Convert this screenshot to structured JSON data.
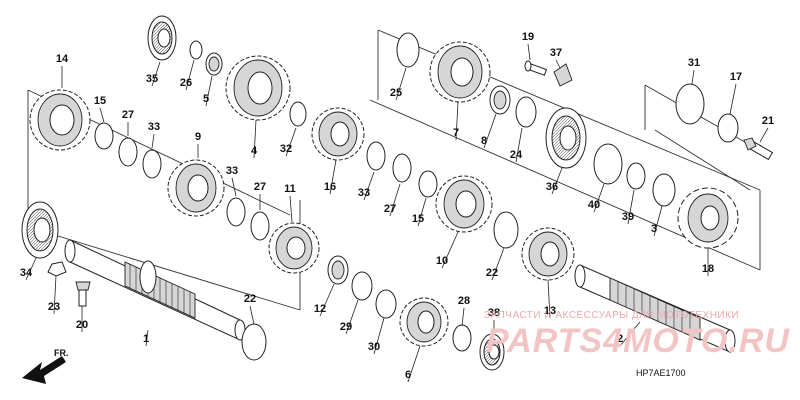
{
  "diagram": {
    "code": "HP7AE1700",
    "front_label": "FR.",
    "watermark": {
      "line1": "ЗАПЧАСТИ И АКСЕССУАРЫ ДЛЯ МОТОТЕХНИКИ",
      "line2": "PARTS4MOTO.RU"
    },
    "callouts": [
      {
        "id": "c14",
        "label": "14"
      },
      {
        "id": "c15a",
        "label": "15"
      },
      {
        "id": "c27a",
        "label": "27"
      },
      {
        "id": "c33a",
        "label": "33"
      },
      {
        "id": "c9",
        "label": "9"
      },
      {
        "id": "c35",
        "label": "35"
      },
      {
        "id": "c26",
        "label": "26"
      },
      {
        "id": "c5",
        "label": "5"
      },
      {
        "id": "c4",
        "label": "4"
      },
      {
        "id": "c32",
        "label": "32"
      },
      {
        "id": "c16",
        "label": "16"
      },
      {
        "id": "c33b",
        "label": "33"
      },
      {
        "id": "c27b",
        "label": "27"
      },
      {
        "id": "c11",
        "label": "11"
      },
      {
        "id": "c33c",
        "label": "33"
      },
      {
        "id": "c27c",
        "label": "27"
      },
      {
        "id": "c15b",
        "label": "15"
      },
      {
        "id": "c25",
        "label": "25"
      },
      {
        "id": "c7",
        "label": "7"
      },
      {
        "id": "c8",
        "label": "8"
      },
      {
        "id": "c19",
        "label": "19"
      },
      {
        "id": "c37",
        "label": "37"
      },
      {
        "id": "c24",
        "label": "24"
      },
      {
        "id": "c36",
        "label": "36"
      },
      {
        "id": "c40",
        "label": "40"
      },
      {
        "id": "c39",
        "label": "39"
      },
      {
        "id": "c3",
        "label": "3"
      },
      {
        "id": "c31",
        "label": "31"
      },
      {
        "id": "c17",
        "label": "17"
      },
      {
        "id": "c21",
        "label": "21"
      },
      {
        "id": "c18",
        "label": "18"
      },
      {
        "id": "c10",
        "label": "10"
      },
      {
        "id": "c22a",
        "label": "22"
      },
      {
        "id": "c13",
        "label": "13"
      },
      {
        "id": "c2",
        "label": "2"
      },
      {
        "id": "c34",
        "label": "34"
      },
      {
        "id": "c23",
        "label": "23"
      },
      {
        "id": "c20",
        "label": "20"
      },
      {
        "id": "c1",
        "label": "1"
      },
      {
        "id": "c22b",
        "label": "22"
      },
      {
        "id": "c12",
        "label": "12"
      },
      {
        "id": "c29",
        "label": "29"
      },
      {
        "id": "c30",
        "label": "30"
      },
      {
        "id": "c6",
        "label": "6"
      },
      {
        "id": "c28",
        "label": "28"
      },
      {
        "id": "c38",
        "label": "38"
      }
    ]
  }
}
